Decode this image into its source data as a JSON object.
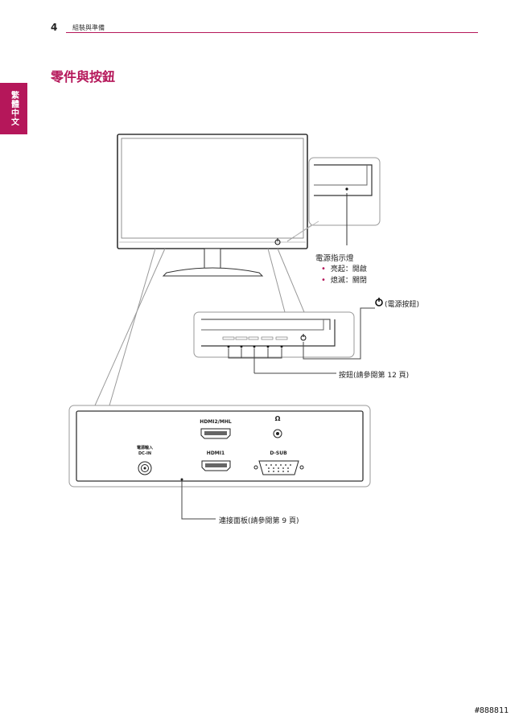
{
  "header": {
    "page_number": "4",
    "running_title": "組裝與準備"
  },
  "side_tab": {
    "label": "繁體中文"
  },
  "section": {
    "title": "零件與按鈕"
  },
  "callouts": {
    "power_indicator": {
      "title": "電源指示燈",
      "items": [
        "亮起：開啟",
        "熄滅：關閉"
      ]
    },
    "power_button": "(電源按鈕)",
    "buttons": "按鈕(請參閱第 12 頁)",
    "connection_panel": "連接面板(請參閱第 9 頁)"
  },
  "ports": {
    "hdmi2": "HDMI2/MHL",
    "hdmi1": "HDMI1",
    "dsub": "D-SUB",
    "dc_in_line1": "電源輸入",
    "dc_in_line2": "DC-IN",
    "headphone": "Ω"
  },
  "colors": {
    "accent": "#b5175a"
  },
  "watermark": "#888811"
}
